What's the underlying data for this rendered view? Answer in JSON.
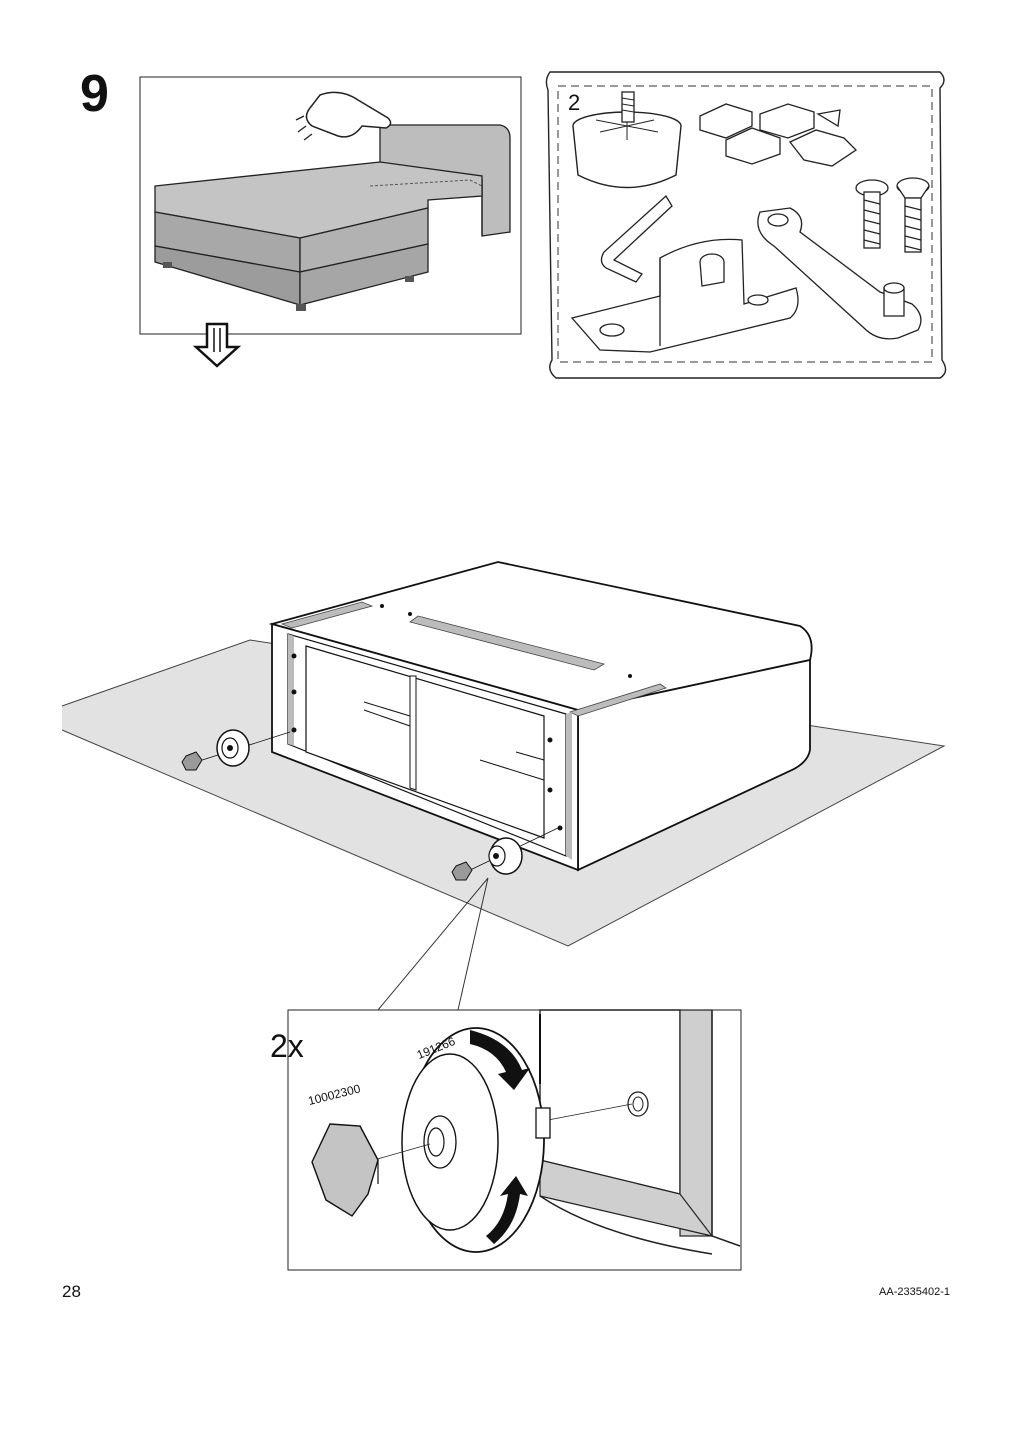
{
  "step": {
    "number": "9"
  },
  "parts_panel": {
    "quantity": "2"
  },
  "detail_panel": {
    "quantity": "2x",
    "wheel_part_number": "191266",
    "pad_part_number": "10002300"
  },
  "footer": {
    "page_number": "28",
    "document_code": "AA-2335402-1"
  }
}
